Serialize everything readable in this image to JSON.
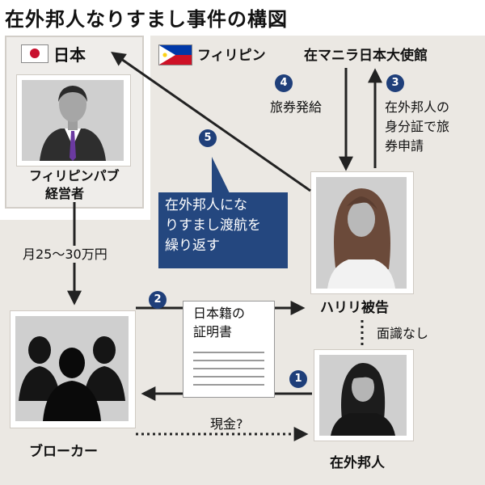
{
  "title": "在外邦人なりすまし事件の構図",
  "regions": {
    "japan": "日本",
    "philippines": "フィリピン",
    "embassy": "在マニラ日本大使館"
  },
  "actors": {
    "pub_owner": [
      "フィリピンパブ",
      "経営者"
    ],
    "defendant": "ハリリ被告",
    "broker": "ブローカー",
    "expat": "在外邦人"
  },
  "steps": [
    {
      "num": "1",
      "text": ""
    },
    {
      "num": "2",
      "text": ""
    },
    {
      "num": "3",
      "text": [
        "在外邦人の",
        "身分証で旅",
        "券申請"
      ]
    },
    {
      "num": "4",
      "text": [
        "旅券発給"
      ]
    },
    {
      "num": "5",
      "text": [
        "在外邦人にな",
        "りすまし渡航を",
        "繰り返す"
      ]
    }
  ],
  "labels": {
    "monthly_pay": "月25～30万円",
    "cash": "現金?",
    "no_acquaintance": "面識なし",
    "document": [
      "日本籍の",
      "証明書"
    ]
  },
  "colors": {
    "accent": "#24477f",
    "arrow": "#222222",
    "background": "#ebe8e3"
  }
}
